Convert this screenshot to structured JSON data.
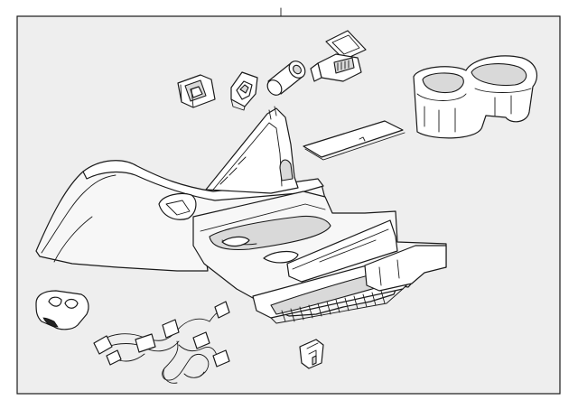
{
  "diagram": {
    "background_color": "#eeeeee",
    "line_color": "#1a1a1a",
    "parts": [
      "console-assembly",
      "cup-holder-insert",
      "storage-mat",
      "power-outlet",
      "lighter-socket",
      "switch-bezel",
      "usb-port",
      "shift-knob-switch",
      "wiring-harness",
      "retainer-clip"
    ]
  }
}
